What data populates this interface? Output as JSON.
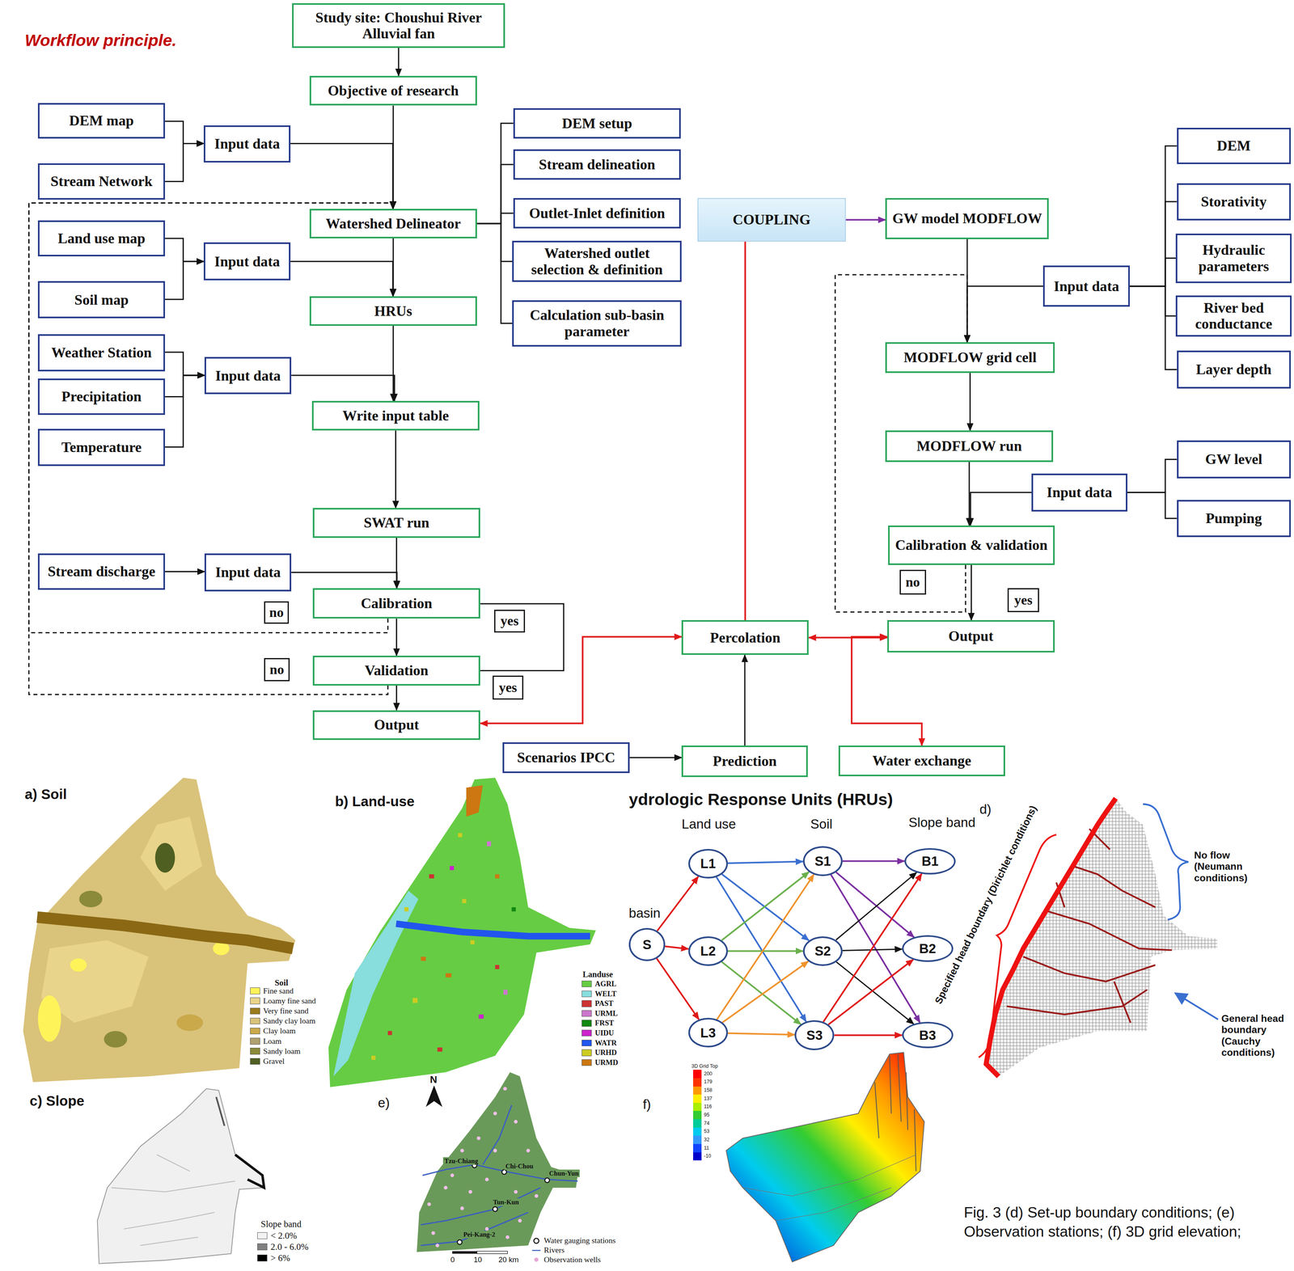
{
  "diagram": {
    "title": "Workflow principle.",
    "caption": "Fig. 3 (d) Set-up boundary conditions; (e) Observation stations; (f) 3D grid elevation;",
    "nodes": [
      {
        "text": [
          "Study site: Choushui River Alluvial fan"
        ]
      },
      {
        "text": [
          "Objective of research"
        ]
      },
      {
        "text": [
          "DEM map"
        ]
      },
      {
        "text": [
          "Input data"
        ]
      },
      {
        "text": [
          "Stream Network"
        ]
      },
      {
        "text": [
          "Watershed Delineator"
        ]
      },
      {
        "text": [
          "DEM setup"
        ]
      },
      {
        "text": [
          "Stream delineation"
        ]
      },
      {
        "text": [
          "Outlet-Inlet definition"
        ]
      },
      {
        "text": [
          "Watershed outlet selection & definition"
        ]
      },
      {
        "text": [
          "Calculation sub-basin parameter"
        ]
      },
      {
        "text": [
          "Land use map"
        ]
      },
      {
        "text": [
          "Input data"
        ]
      },
      {
        "text": [
          "Soil map"
        ]
      },
      {
        "text": [
          "HRUs"
        ]
      },
      {
        "text": [
          "Weather Station"
        ]
      },
      {
        "text": [
          "Input data"
        ]
      },
      {
        "text": [
          "Precipitation"
        ]
      },
      {
        "text": [
          "Temperature"
        ]
      },
      {
        "text": [
          "Write input table"
        ]
      },
      {
        "text": [
          "SWAT run"
        ]
      },
      {
        "text": [
          "Stream discharge"
        ]
      },
      {
        "text": [
          "Input data"
        ]
      },
      {
        "text": [
          "Calibration"
        ]
      },
      {
        "text": [
          "no"
        ]
      },
      {
        "text": [
          "yes"
        ]
      },
      {
        "text": [
          "Validation"
        ]
      },
      {
        "text": [
          "no"
        ]
      },
      {
        "text": [
          "yes"
        ]
      },
      {
        "text": [
          "Output"
        ]
      },
      {
        "text": [
          "COUPLING"
        ]
      },
      {
        "text": [
          "GW model MODFLOW"
        ]
      },
      {
        "text": [
          "DEM"
        ]
      },
      {
        "text": [
          "Storativity"
        ]
      },
      {
        "text": [
          "Hydraulic parameters"
        ]
      },
      {
        "text": [
          "Input data"
        ]
      },
      {
        "text": [
          "River bed conductance"
        ]
      },
      {
        "text": [
          "Layer depth"
        ]
      },
      {
        "text": [
          "MODFLOW grid cell"
        ]
      },
      {
        "text": [
          "MODFLOW run"
        ]
      },
      {
        "text": [
          "GW level"
        ]
      },
      {
        "text": [
          "Input data"
        ]
      },
      {
        "text": [
          "Pumping"
        ]
      },
      {
        "text": [
          "Calibration & validation"
        ]
      },
      {
        "text": [
          "no"
        ]
      },
      {
        "text": [
          "yes"
        ]
      },
      {
        "text": [
          "Percolation"
        ]
      },
      {
        "text": [
          "Output"
        ]
      },
      {
        "text": [
          "Scenarios IPCC"
        ]
      },
      {
        "text": [
          "Prediction"
        ]
      },
      {
        "text": [
          "Water exchange"
        ]
      },
      {
        "text": [
          "S"
        ]
      },
      {
        "text": [
          "L1"
        ]
      },
      {
        "text": [
          "L2"
        ]
      },
      {
        "text": [
          "L3"
        ]
      },
      {
        "text": [
          "S1"
        ]
      },
      {
        "text": [
          "S2"
        ]
      },
      {
        "text": [
          "S3"
        ]
      },
      {
        "text": [
          "B1"
        ]
      },
      {
        "text": [
          "B2"
        ]
      },
      {
        "text": [
          "B3"
        ]
      }
    ],
    "edges": [
      {
        "from": 0,
        "to": 1,
        "arrow": "to"
      },
      {
        "from": 1,
        "to": 5,
        "arrow": "to"
      },
      {
        "from": 3,
        "to": 5,
        "arrow": "to"
      },
      {
        "from": 2,
        "to": 3,
        "arrow": "to"
      },
      {
        "from": 4,
        "to": 3,
        "arrow": "to"
      },
      {
        "from": 5,
        "to": 6,
        "arrow": "none"
      },
      {
        "from": 5,
        "to": 7,
        "arrow": "none"
      },
      {
        "from": 5,
        "to": 8,
        "arrow": "none"
      },
      {
        "from": 5,
        "to": 9,
        "arrow": "none"
      },
      {
        "from": 5,
        "to": 10,
        "arrow": "none"
      },
      {
        "from": 11,
        "to": 12,
        "arrow": "to"
      },
      {
        "from": 13,
        "to": 12,
        "arrow": "to"
      },
      {
        "from": 12,
        "to": 14,
        "arrow": "to"
      },
      {
        "from": 5,
        "to": 14,
        "arrow": "to"
      },
      {
        "from": 15,
        "to": 16,
        "arrow": "to"
      },
      {
        "from": 17,
        "to": 16,
        "arrow": "to"
      },
      {
        "from": 18,
        "to": 16,
        "arrow": "to"
      },
      {
        "from": 16,
        "to": 19,
        "arrow": "to"
      },
      {
        "from": 14,
        "to": 19,
        "arrow": "to"
      },
      {
        "from": 19,
        "to": 20,
        "arrow": "to"
      },
      {
        "from": 21,
        "to": 22,
        "arrow": "to"
      },
      {
        "from": 22,
        "to": 23,
        "arrow": "to"
      },
      {
        "from": 20,
        "to": 23,
        "arrow": "to"
      },
      {
        "from": 23,
        "to": 26,
        "arrow": "to"
      },
      {
        "from": 26,
        "to": 29,
        "arrow": "to"
      },
      {
        "from": 23,
        "to": 26,
        "arrow": "none"
      },
      {
        "from": 23,
        "to": 5,
        "arrow": "to"
      },
      {
        "from": 26,
        "to": 5,
        "arrow": "to"
      },
      {
        "from": 30,
        "to": 31,
        "arrow": "to"
      },
      {
        "from": 31,
        "to": 38,
        "arrow": "to"
      },
      {
        "from": 35,
        "to": 38,
        "arrow": "to"
      },
      {
        "from": 35,
        "to": 32,
        "arrow": "none"
      },
      {
        "from": 35,
        "to": 33,
        "arrow": "none"
      },
      {
        "from": 35,
        "to": 34,
        "arrow": "none"
      },
      {
        "from": 35,
        "to": 36,
        "arrow": "none"
      },
      {
        "from": 35,
        "to": 37,
        "arrow": "none"
      },
      {
        "from": 38,
        "to": 39,
        "arrow": "to"
      },
      {
        "from": 39,
        "to": 43,
        "arrow": "to"
      },
      {
        "from": 41,
        "to": 43,
        "arrow": "to"
      },
      {
        "from": 41,
        "to": 40,
        "arrow": "none"
      },
      {
        "from": 41,
        "to": 42,
        "arrow": "none"
      },
      {
        "from": 43,
        "to": 47,
        "arrow": "to"
      },
      {
        "from": 43,
        "to": 38,
        "arrow": "to"
      },
      {
        "from": 46,
        "to": 30,
        "arrow": "none"
      },
      {
        "from": 46,
        "to": 29,
        "arrow": "both"
      },
      {
        "from": 46,
        "to": 47,
        "arrow": "both"
      },
      {
        "from": 47,
        "to": 50,
        "arrow": "both"
      },
      {
        "from": 48,
        "to": 49,
        "arrow": "to"
      },
      {
        "from": 49,
        "to": 46,
        "arrow": "to"
      },
      {
        "from": 51,
        "to": 52,
        "arrow": "to"
      },
      {
        "from": 51,
        "to": 53,
        "arrow": "to"
      },
      {
        "from": 51,
        "to": 54,
        "arrow": "to"
      },
      {
        "from": 52,
        "to": 55,
        "arrow": "to"
      },
      {
        "from": 52,
        "to": 56,
        "arrow": "to"
      },
      {
        "from": 52,
        "to": 57,
        "arrow": "to"
      },
      {
        "from": 53,
        "to": 55,
        "arrow": "to"
      },
      {
        "from": 53,
        "to": 56,
        "arrow": "to"
      },
      {
        "from": 53,
        "to": 57,
        "arrow": "to"
      },
      {
        "from": 54,
        "to": 55,
        "arrow": "to"
      },
      {
        "from": 54,
        "to": 56,
        "arrow": "to"
      },
      {
        "from": 54,
        "to": 57,
        "arrow": "to"
      },
      {
        "from": 55,
        "to": 58,
        "arrow": "to"
      },
      {
        "from": 55,
        "to": 59,
        "arrow": "to"
      },
      {
        "from": 55,
        "to": 60,
        "arrow": "to"
      },
      {
        "from": 56,
        "to": 58,
        "arrow": "to"
      },
      {
        "from": 56,
        "to": 59,
        "arrow": "to"
      },
      {
        "from": 56,
        "to": 60,
        "arrow": "to"
      },
      {
        "from": 57,
        "to": 58,
        "arrow": "to"
      },
      {
        "from": 57,
        "to": 59,
        "arrow": "to"
      },
      {
        "from": 57,
        "to": 60,
        "arrow": "to"
      }
    ],
    "labels": [
      "a) Soil",
      "Soil",
      "b) Land-use",
      "Landuse",
      "ydrologic Response Units (HRUs)",
      "Land use",
      "Soil",
      "Slope band",
      "basin",
      "d)",
      "Specified head boundary (Dirichlet conditions)",
      "No flow (Neumann conditions)",
      "General head boundary (Cauchy conditions)",
      "c) Slope",
      "Slope band",
      "e)",
      "N",
      "Tzu-Chiang",
      "Chi-Chou",
      "Chun-Yun",
      "Tun-Kun",
      "Pei-Kang-2",
      "0",
      "10",
      "20 km",
      "f)",
      "3D Grid Top"
    ],
    "legend": [
      {
        "text": "Fine sand",
        "color": "#fff35a"
      },
      {
        "text": "Loamy fine sand",
        "color": "#e8d48a"
      },
      {
        "text": "Very fine sand",
        "color": "#9a7a1c"
      },
      {
        "text": "Sandy clay loam",
        "color": "#d9c27a"
      },
      {
        "text": "Clay loam",
        "color": "#c9a94a"
      },
      {
        "text": "Loam",
        "color": "#b0a070"
      },
      {
        "text": "Sandy loam",
        "color": "#8a8a3a"
      },
      {
        "text": "Gravel",
        "color": "#4f5f22"
      },
      {
        "text": "AGRL",
        "color": "#66cc44"
      },
      {
        "text": "WELT",
        "color": "#88dddd"
      },
      {
        "text": "PAST",
        "color": "#cc3333"
      },
      {
        "text": "URML",
        "color": "#cc77cc"
      },
      {
        "text": "FRST",
        "color": "#118811"
      },
      {
        "text": "UIDU",
        "color": "#cc22cc"
      },
      {
        "text": "WATR",
        "color": "#2255ee"
      },
      {
        "text": "URHD",
        "color": "#cccc22"
      },
      {
        "text": "URMD",
        "color": "#cc7711"
      },
      {
        "text": "< 2.0%",
        "color": "#f2f2f2"
      },
      {
        "text": "2.0 - 6.0%",
        "color": "#808080"
      },
      {
        "text": "> 6%",
        "color": "#000000"
      },
      {
        "text": "Water gauging stations"
      },
      {
        "text": "Rivers"
      },
      {
        "text": "Observation wells"
      },
      {
        "text": "200",
        "color": "#ff0000"
      },
      {
        "text": "179",
        "color": "#ff3300"
      },
      {
        "text": "158",
        "color": "#ff9900"
      },
      {
        "text": "137",
        "color": "#ffee00"
      },
      {
        "text": "116",
        "color": "#aaee00"
      },
      {
        "text": "95",
        "color": "#33cc33"
      },
      {
        "text": "74",
        "color": "#00cc99"
      },
      {
        "text": "53",
        "color": "#00ccee"
      },
      {
        "text": "32",
        "color": "#3399ff"
      },
      {
        "text": "11",
        "color": "#1144ff"
      },
      {
        "text": "-10",
        "color": "#0000cc"
      }
    ]
  }
}
